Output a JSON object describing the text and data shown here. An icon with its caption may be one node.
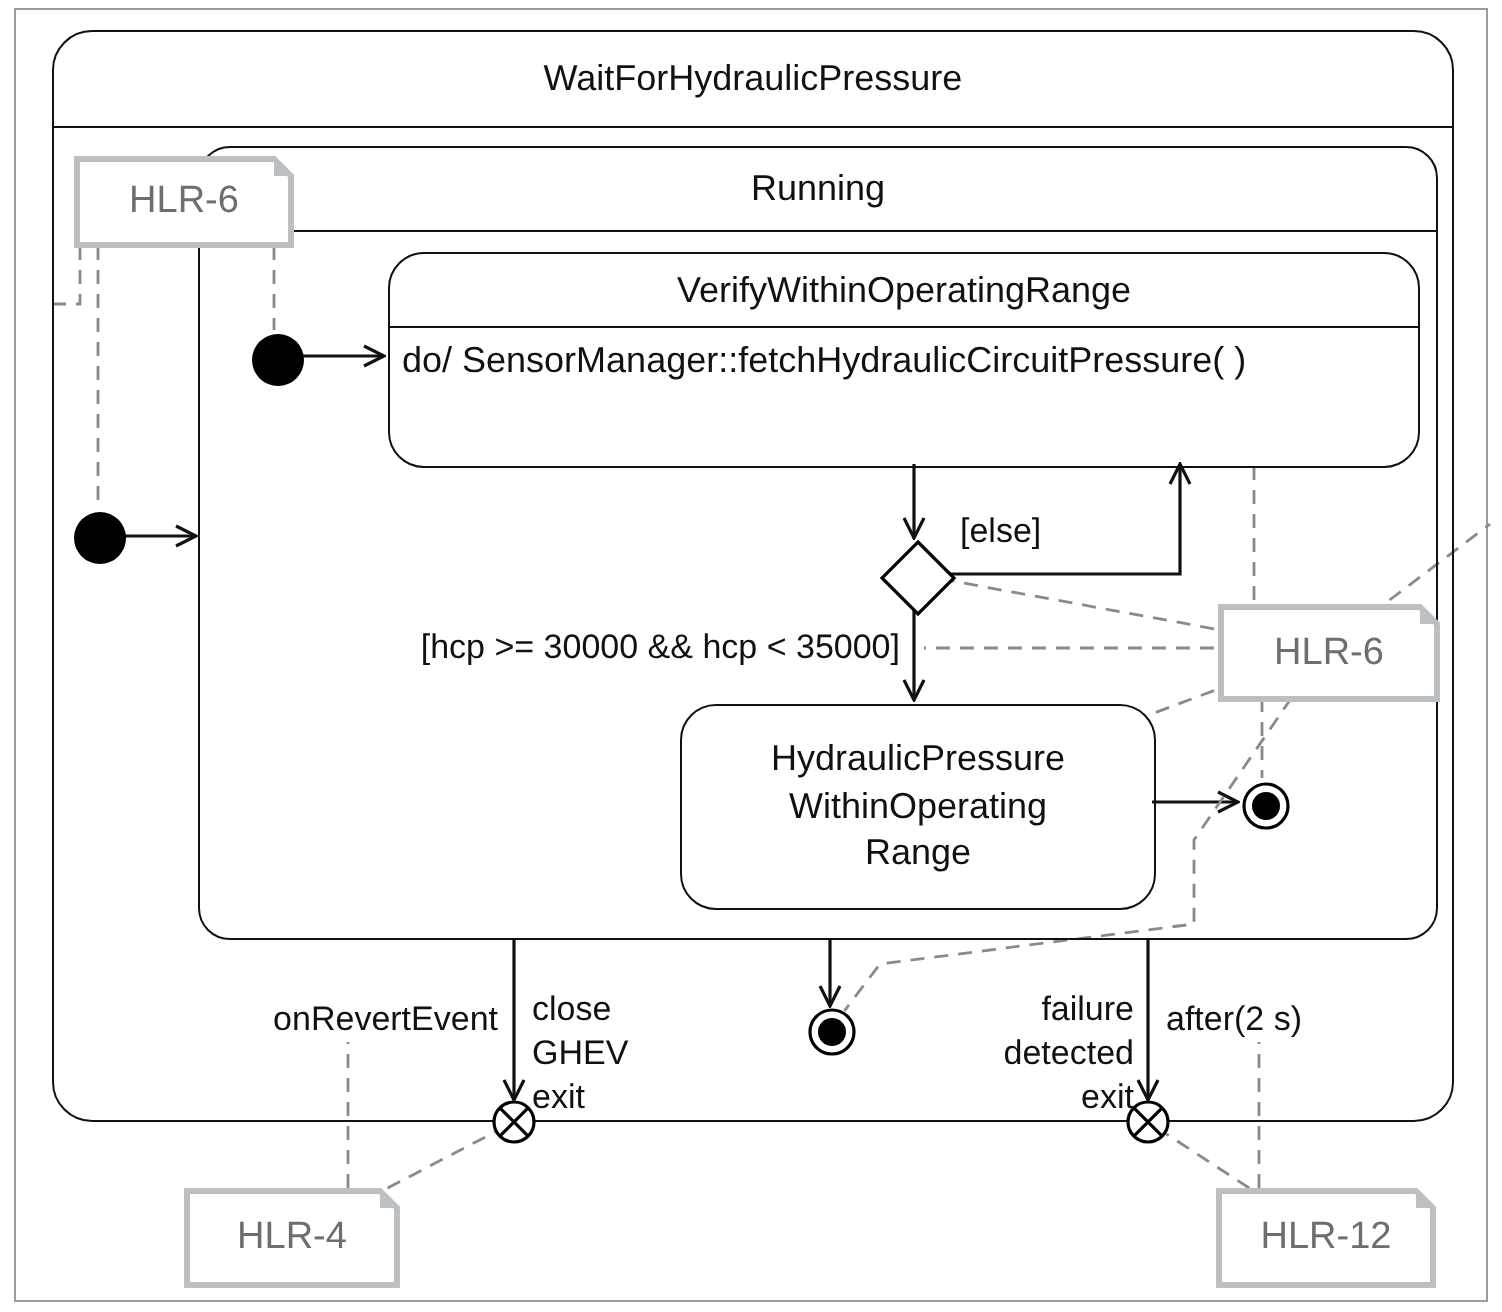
{
  "diagram": {
    "nodes": [
      {
        "text": [
          "WaitForHydraulicPressure"
        ]
      },
      {
        "text": [
          "Running"
        ],
        "in": 0
      },
      {
        "text": [
          "HLR-6"
        ],
        "in": 0
      },
      {
        "text": [
          "VerifyWithinOperatingRange",
          "do/ SensorManager::fetchHydraulicCircuitPressure( )"
        ],
        "in": 1
      },
      {
        "text": [],
        "shape": "circle",
        "in": 1
      },
      {
        "text": [],
        "shape": "circle",
        "in": 0
      },
      {
        "text": [],
        "shape": "diamond",
        "in": 1
      },
      {
        "text": [
          "HLR-6"
        ],
        "in": 1
      },
      {
        "text": [
          "HydraulicPressure WithinOperating Range"
        ],
        "in": 1
      },
      {
        "text": [],
        "shape": "bullseye",
        "in": 1
      },
      {
        "text": [],
        "shape": "bullseye",
        "in": 0
      },
      {
        "text": [
          "onRevertEvent"
        ],
        "in": 0
      },
      {
        "text": [],
        "shape": "xcircle",
        "beside": [
          "close GHEV exit"
        ]
      },
      {
        "text": [],
        "shape": "xcircle",
        "beside": [
          "failure detected exit"
        ]
      },
      {
        "text": [
          "after(2 s)"
        ],
        "in": 0
      },
      {
        "text": [
          "HLR-4"
        ]
      },
      {
        "text": [
          "HLR-12"
        ]
      }
    ],
    "edges": [
      {
        "from": 5,
        "to": 1,
        "arrow": "to",
        "color": "#111111"
      },
      {
        "from": 4,
        "to": 3,
        "arrow": "to",
        "color": "#111111"
      },
      {
        "from": 3,
        "to": 6,
        "arrow": "to",
        "color": "#111111"
      },
      {
        "from": 6,
        "to": 3,
        "arrow": "to",
        "label": "[else]",
        "color": "#111111"
      },
      {
        "from": 6,
        "to": 8,
        "arrow": "to",
        "label": "[hcp >= 30000 && hcp < 35000]",
        "color": "#111111"
      },
      {
        "from": 8,
        "to": 9,
        "arrow": "to",
        "color": "#111111"
      },
      {
        "from": 1,
        "to": 10,
        "arrow": "to",
        "color": "#111111"
      },
      {
        "from": 1,
        "to": 12,
        "arrow": "to",
        "color": "#111111"
      },
      {
        "from": 1,
        "to": 13,
        "arrow": "to",
        "color": "#111111"
      },
      {
        "from": 2,
        "to": 0,
        "arrow": "none",
        "style": "dashed"
      },
      {
        "from": 2,
        "to": 5,
        "arrow": "none",
        "style": "dashed"
      },
      {
        "from": 2,
        "to": 4,
        "arrow": "none",
        "style": "dashed"
      },
      {
        "from": 7,
        "to": 6,
        "arrow": "none",
        "style": "dashed"
      },
      {
        "from": 7,
        "to": null,
        "arrow": "none",
        "style": "dashed"
      },
      {
        "from": 7,
        "to": 3,
        "arrow": "none",
        "style": "dashed"
      },
      {
        "from": 7,
        "to": null,
        "arrow": "none",
        "style": "dashed"
      },
      {
        "from": 7,
        "to": 8,
        "arrow": "none",
        "style": "dashed"
      },
      {
        "from": 7,
        "to": 9,
        "arrow": "none",
        "style": "dashed"
      },
      {
        "from": 7,
        "to": 10,
        "arrow": "none",
        "style": "dashed"
      },
      {
        "from": 15,
        "to": 12,
        "arrow": "none",
        "style": "dashed"
      },
      {
        "from": 15,
        "to": 11,
        "arrow": "none",
        "style": "dashed"
      },
      {
        "from": 16,
        "to": 13,
        "arrow": "none",
        "style": "dashed"
      },
      {
        "from": 16,
        "to": 14,
        "arrow": "none",
        "style": "dashed"
      }
    ]
  }
}
